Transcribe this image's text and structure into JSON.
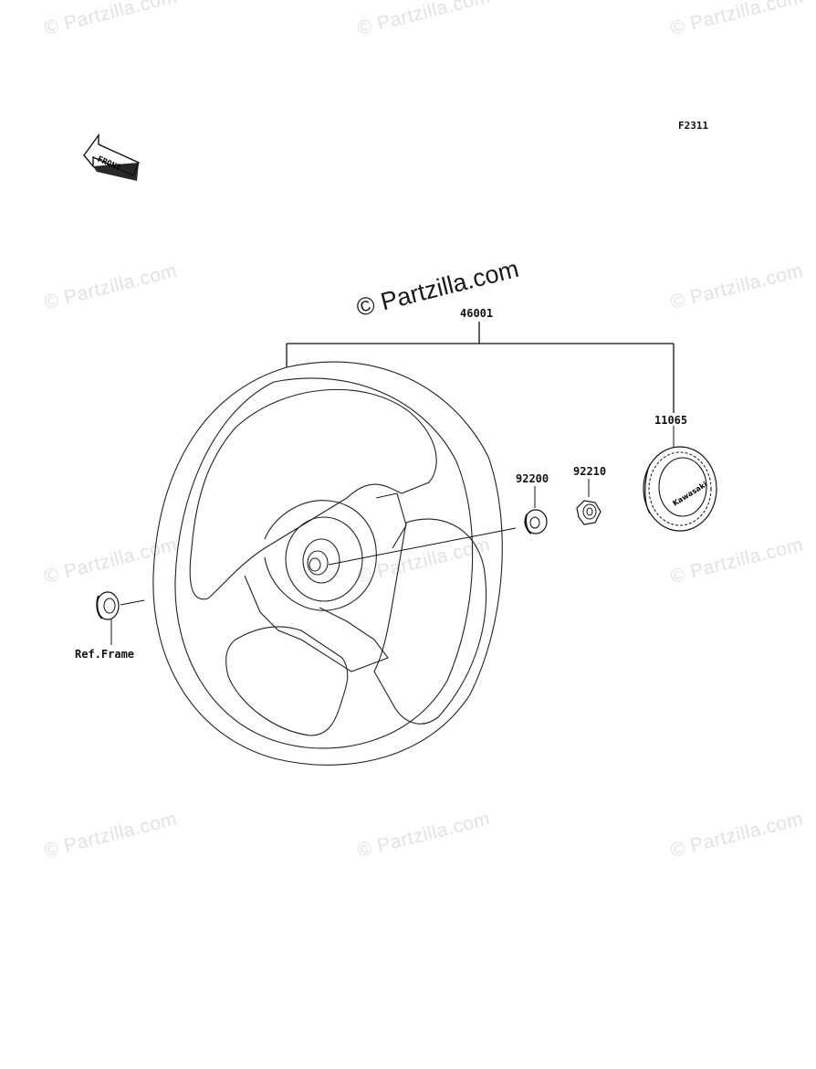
{
  "diagram": {
    "code": "F2311",
    "front_label": "FRONT",
    "watermark_main": "© Partzilla.com",
    "watermark": "© Partzilla.com",
    "parts": [
      {
        "number": "46001"
      },
      {
        "number": "11065"
      },
      {
        "number": "92200"
      },
      {
        "number": "92210"
      }
    ],
    "ref_label": "Ref.Frame",
    "emblem_text": "Kawasaki"
  }
}
